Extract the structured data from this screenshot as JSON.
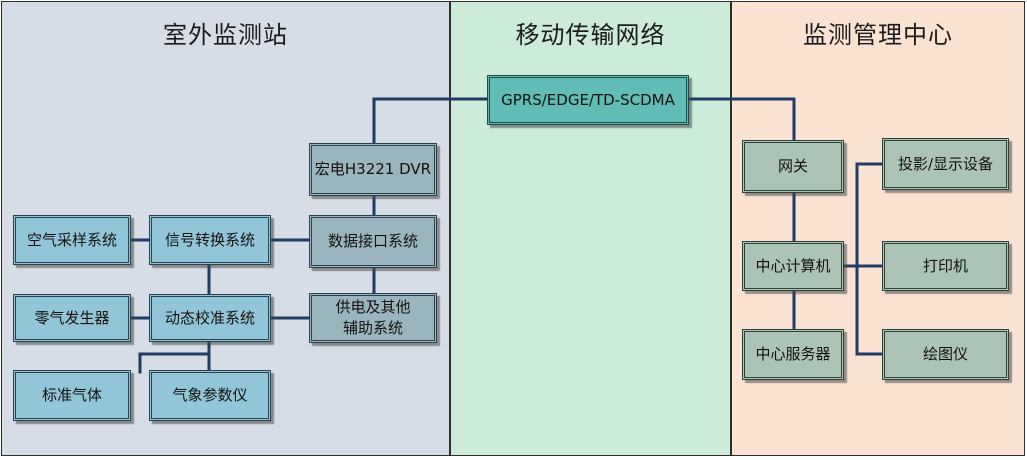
{
  "panels": {
    "outdoor": "室外监测站",
    "network": "移动传输网络",
    "center": "监测管理中心"
  },
  "network": {
    "gprs": "GPRS/EDGE/TD-SCDMA"
  },
  "outdoor": {
    "dvr": "宏电H3221 DVR",
    "air_sampling": "空气采样系统",
    "signal_conversion": "信号转换系统",
    "data_interface": "数据接口系统",
    "zero_gas": "零气发生器",
    "dynamic_calibration": "动态校准系统",
    "power_line1": "供电及其他",
    "power_line2": "辅助系统",
    "standard_gas": "标准气体",
    "weather_instrument": "气象参数仪"
  },
  "center": {
    "gateway": "网关",
    "central_computer": "中心计算机",
    "central_server": "中心服务器",
    "projector": "投影/显示设备",
    "printer": "打印机",
    "plotter": "绘图仪"
  },
  "colors": {
    "outdoor_bg": "#d7dde7",
    "network_bg": "#ccebd9",
    "center_bg": "#fbe3d3",
    "wire": "#1f3b66"
  }
}
